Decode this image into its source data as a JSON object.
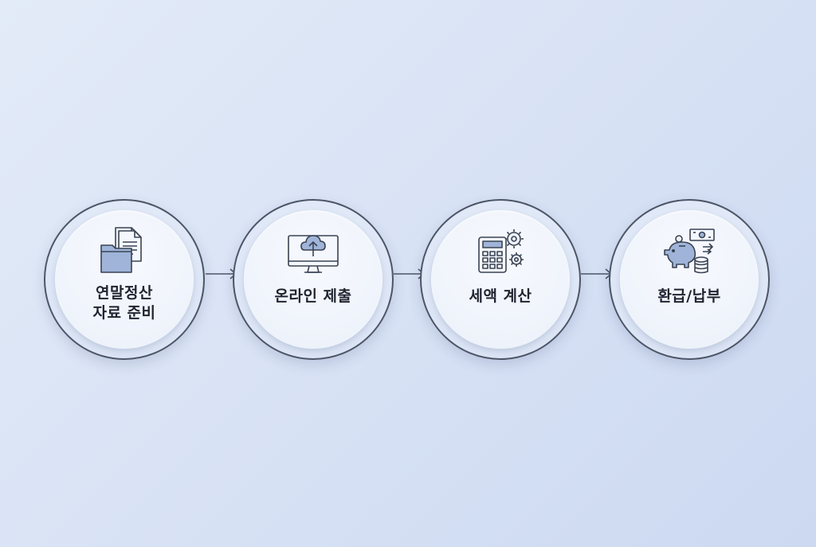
{
  "diagram": {
    "steps": [
      {
        "label_line1": "연말정산",
        "label_line2": "자료 준비",
        "icon": "documents-folder-icon"
      },
      {
        "label_line1": "온라인 제출",
        "label_line2": "",
        "icon": "monitor-cloud-upload-icon"
      },
      {
        "label_line1": "세액 계산",
        "label_line2": "",
        "icon": "calculator-gear-icon"
      },
      {
        "label_line1": "환급/납부",
        "label_line2": "",
        "icon": "piggy-bank-coins-icon"
      }
    ],
    "connector_icon": "right-arrow-icon",
    "colors": {
      "outline": "#4c5566",
      "icon_stroke": "#3a4354",
      "icon_fill": "#9fb4d8",
      "text": "#1f2430"
    }
  }
}
